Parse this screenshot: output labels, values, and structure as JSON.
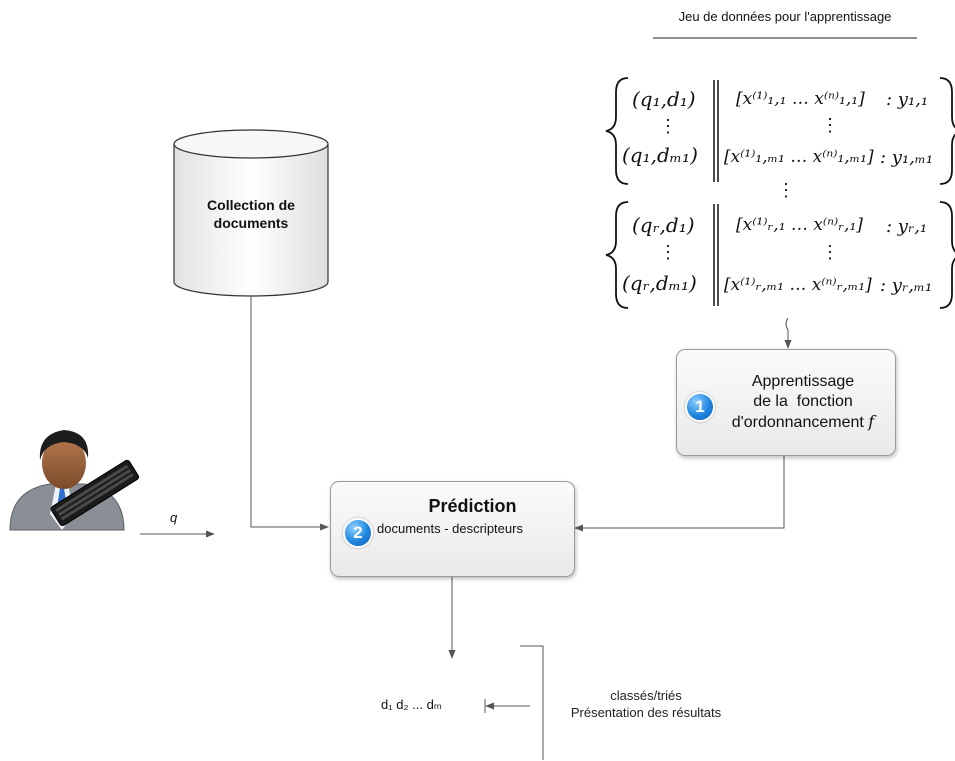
{
  "dataset": {
    "title": "Jeu de données pour l'apprentissage",
    "group1": {
      "pair_top": "(q₁,d₁)",
      "pair_bottom": "(q₁,dₘ₁)",
      "vec_top": "[x⁽¹⁾₁,₁ … x⁽ⁿ⁾₁,₁]",
      "vec_bottom": "[x⁽¹⁾₁,ₘ₁ … x⁽ⁿ⁾₁,ₘ₁]",
      "label_top": ": y₁,₁",
      "label_bottom": ": y₁,ₘ₁"
    },
    "group2": {
      "pair_top": "(qᵣ,d₁)",
      "pair_bottom": "(qᵣ,dₘ₁)",
      "vec_top": "[x⁽¹⁾ᵣ,₁ … x⁽ⁿ⁾ᵣ,₁]",
      "vec_bottom": "[x⁽¹⁾ᵣ,ₘ₁ … x⁽ⁿ⁾ᵣ,ₘ₁]",
      "label_top": ": yᵣ,₁",
      "label_bottom": ": yᵣ,ₘ₁"
    },
    "vdots": "⋮"
  },
  "collection": {
    "label": "Collection de documents"
  },
  "learning": {
    "badge": "1",
    "line1": "Apprentissage",
    "line2": "de la  fonction",
    "line3": "d'ordonnancement",
    "var": "f"
  },
  "prediction": {
    "badge": "2",
    "title": "Prédiction",
    "subtitle": "documents - descripteurs"
  },
  "query": {
    "label": "q"
  },
  "results": {
    "ranked": "d₁ d₂ ... dₘ",
    "line1": "classés/triés",
    "line2": "Présentation des résultats"
  },
  "colors": {
    "arrow": "#555555",
    "badge": "#1f86e0",
    "box_border": "#9a9a9a"
  }
}
